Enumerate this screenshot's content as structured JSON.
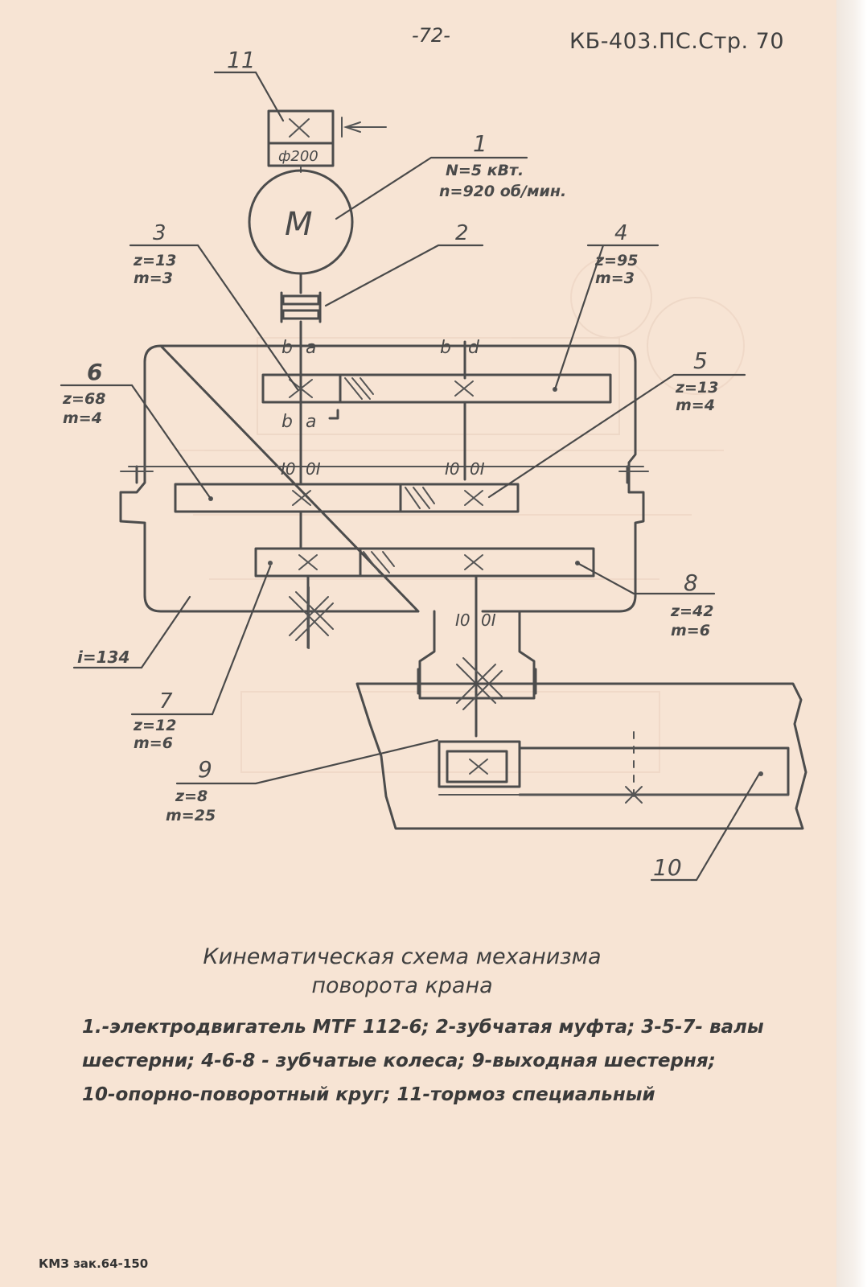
{
  "header": {
    "page_number": "-72-",
    "document_id": "КБ-403.ПС.Стр. 70"
  },
  "diagram": {
    "brake_label": "11",
    "brake_diameter": "ф200",
    "motor_symbol": "M",
    "motor_label": "1",
    "motor_power": "N=5 кВт.",
    "motor_speed": "n=920 об/мин.",
    "coupling_label": "2",
    "shaft3": {
      "label": "3",
      "z": "z=13",
      "m": "m=3"
    },
    "gear4": {
      "label": "4",
      "z": "z=95",
      "m": "m=3"
    },
    "shaft5": {
      "label": "5",
      "z": "z=13",
      "m": "m=4"
    },
    "gear6": {
      "label": "6",
      "z": "z=68",
      "m": "m=4"
    },
    "shaft7": {
      "label": "7",
      "z": "z=12",
      "m": "m=6"
    },
    "gear8": {
      "label": "8",
      "z": "z=42",
      "m": "m=6"
    },
    "pinion9": {
      "label": "9",
      "z": "z=8",
      "m": "m=25"
    },
    "ring10": {
      "label": "10"
    },
    "ratio": "i=134"
  },
  "caption": {
    "title_line1": "Кинематическая схема механизма",
    "title_line2": "поворота крана",
    "legend_line1": "1.-электродвигатель  МТF 112-6; 2-зубчатая муфта; 3-5-7- валы",
    "legend_line2": "шестерни; 4-6-8 - зубчатые колеса; 9-выходная шестерня;",
    "legend_line3": "10-опорно-поворотный круг; 11-тормоз специальный"
  },
  "footer": {
    "print_mark": "КМЗ зак.64-150"
  }
}
